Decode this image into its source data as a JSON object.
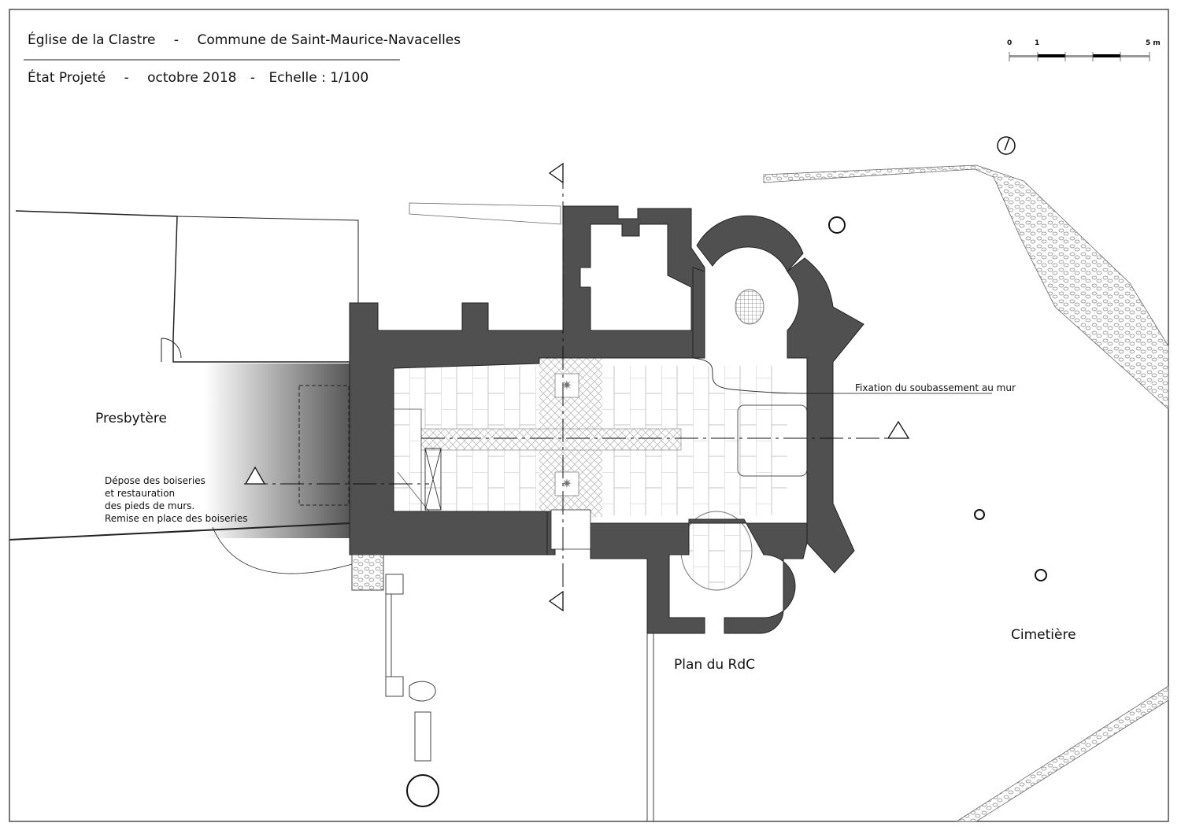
{
  "title": {
    "line1": [
      "Église de la Clastre",
      "-",
      "Commune de Saint-Maurice-Navacelles"
    ],
    "line2": [
      "État Projeté",
      "-",
      "octobre 2018",
      "-",
      "Echelle : 1/100"
    ]
  },
  "scale_bar": {
    "labels": [
      "0",
      "1",
      "5 m"
    ]
  },
  "labels": {
    "presbytere": "Presbytère",
    "cimetiere": "Cimetière",
    "plan": "Plan du RdC",
    "fixation": "Fixation du soubassement au mur",
    "depose": [
      "Dépose des boiseries",
      "et restauration",
      "des pieds de murs.",
      "Remise en place des boiseries"
    ]
  },
  "colors": {
    "wall": "#505050",
    "line": "#222222",
    "tile": "#b8b8b8"
  }
}
